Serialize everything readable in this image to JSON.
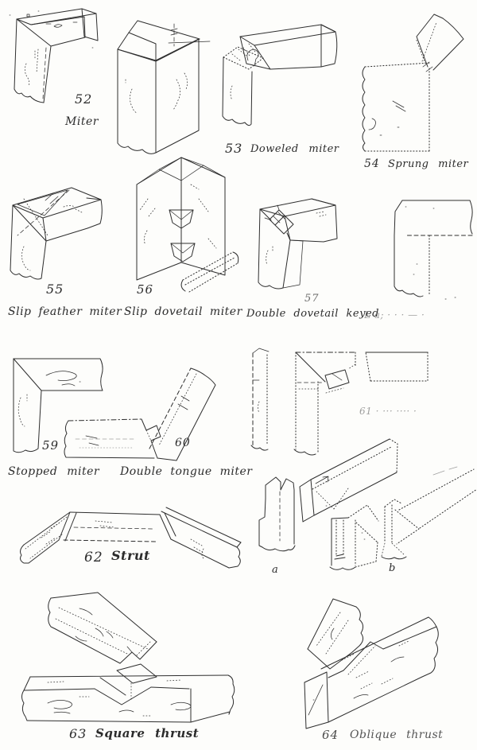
{
  "figures": {
    "f52": {
      "number": "52",
      "caption": "Miter"
    },
    "f53": {
      "number": "53",
      "caption": "Doweled   miter"
    },
    "f54": {
      "number": "54",
      "caption": "Sprung   miter"
    },
    "f55": {
      "number": "55",
      "caption": "Slip feather miter"
    },
    "f56": {
      "number": "56",
      "caption": "Slip dovetail miter"
    },
    "f57": {
      "number": "57",
      "caption": "Double  dovetail  keyed",
      "caption_faint": "L a; · · ·   — ·"
    },
    "f59": {
      "number": "59",
      "caption": "Stopped   miter"
    },
    "f60": {
      "number": "60",
      "caption": "Double  tongue  miter"
    },
    "f61": {
      "caption_faint": "61 ·  ··· ···· ·"
    },
    "f62": {
      "number": "62",
      "caption": "Strut"
    },
    "f62ab": {
      "a": "a",
      "b": "b"
    },
    "f63": {
      "number": "63",
      "caption": "Square  thrust"
    },
    "f64": {
      "number": "64",
      "caption": "Oblique  thrust"
    }
  }
}
